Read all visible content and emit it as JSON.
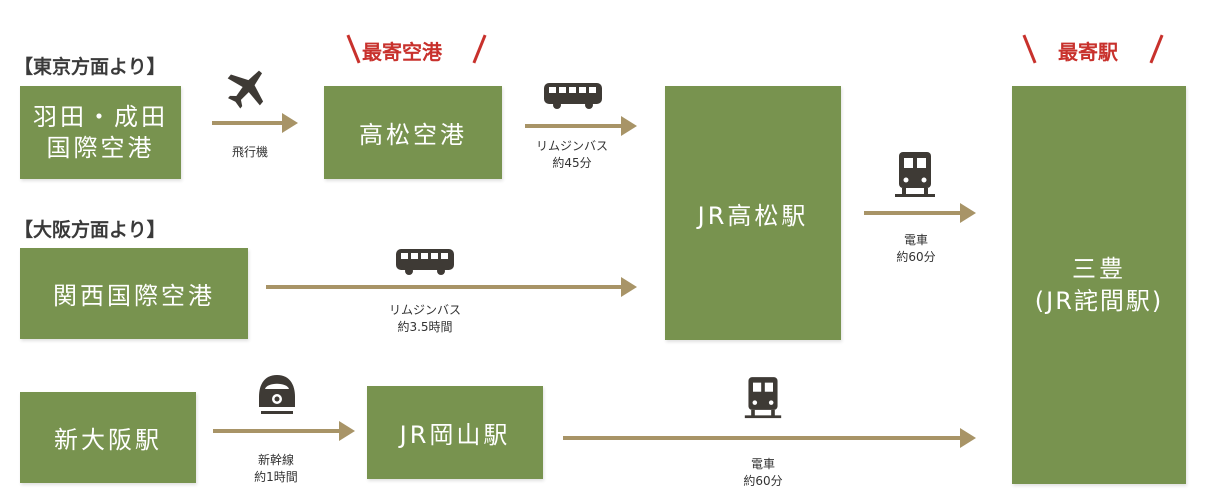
{
  "headings": {
    "tokyo": "【東京方面より】",
    "osaka": "【大阪方面より】"
  },
  "labels": {
    "nearest_airport": "最寄空港",
    "nearest_station": "最寄駅"
  },
  "nodes": {
    "haneda_narita": [
      "羽田・成田",
      "国際空港"
    ],
    "takamatsu_airport": "高松空港",
    "kansai": "関西国際空港",
    "shin_osaka": "新大阪駅",
    "jr_takamatsu": "JR高松駅",
    "jr_okayama": "JR岡山駅",
    "mitoyo": [
      "三豊",
      "(JR詫間駅)"
    ]
  },
  "captions": {
    "airplane": "飛行機",
    "bus1": [
      "リムジンバス",
      "約45分"
    ],
    "bus2": [
      "リムジンバス",
      "約3.5時間"
    ],
    "train1": [
      "電車",
      "約60分"
    ],
    "shinkansen": [
      "新幹線",
      "約1時間"
    ],
    "train2": [
      "電車",
      "約60分"
    ]
  },
  "icons": [
    "airplane-icon",
    "bus-icon",
    "train-icon",
    "shinkansen-icon"
  ],
  "colors": {
    "box": "#78934f",
    "arrow": "#a89467",
    "accent": "#c8312c",
    "icon": "#3e3a35"
  }
}
